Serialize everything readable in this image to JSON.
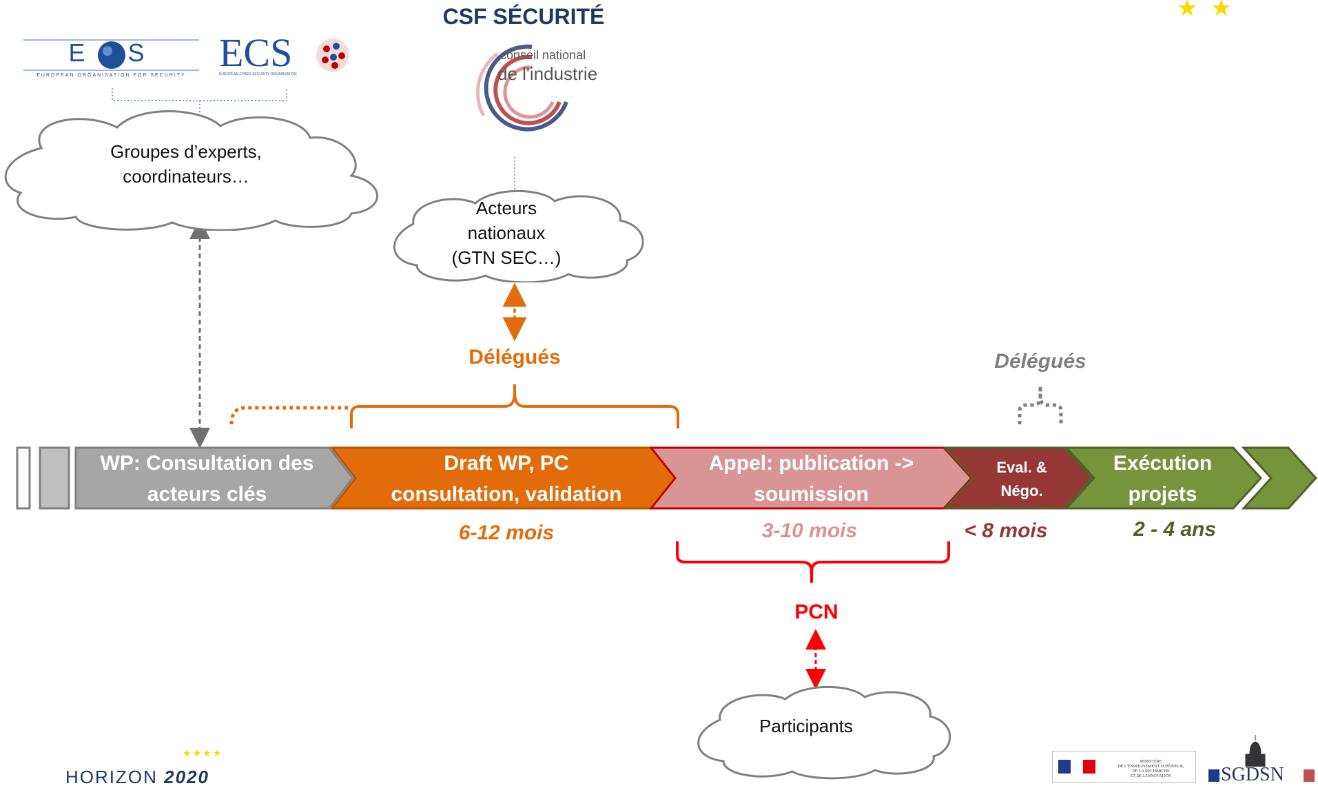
{
  "logos": {
    "eos": {
      "text": "E  S",
      "subtitle": "EUROPEAN ORGANISATION FOR SECURITY"
    },
    "ecso": {
      "text": "ECS",
      "subtitle": "EUROPEAN CYBER SECURITY ORGANISATION"
    },
    "csf": {
      "title": "CSF SÉCURITÉ",
      "line1": "conseil national",
      "line2": "de l'industrie"
    },
    "horizon": {
      "text": "HORIZON",
      "year": "2020"
    },
    "ministere": {
      "line1": "MINISTÈRE",
      "line2": "DE L'ENSEIGNEMENT SUPÉRIEUR,",
      "line3": "DE LA RECHERCHE",
      "line4": "ET DE L'INNOVATION"
    },
    "sgdsn": {
      "text": "SGDSN"
    }
  },
  "clouds": {
    "experts": {
      "line1": "Groupes d’experts,",
      "line2": "coordinateurs…"
    },
    "acteurs": {
      "line1": "Acteurs",
      "line2": "nationaux",
      "line3": "(GTN SEC…)"
    },
    "participants": {
      "line1": "Participants"
    }
  },
  "labels": {
    "delegues_orange": "Délégués",
    "delegues_grey": "Délégués",
    "pcn": "PCN"
  },
  "phases": [
    {
      "line1": "WP: Consultation des",
      "line2": "acteurs clés",
      "color": "#a6a6a6"
    },
    {
      "line1": "Draft WP, PC",
      "line2": "consultation, validation",
      "color": "#e36c0a"
    },
    {
      "line1": "Appel: publication ->",
      "line2": "soumission",
      "color": "#d99594"
    },
    {
      "line1": "Eval. &",
      "line2": "Négo.",
      "color": "#953735"
    },
    {
      "line1": "Exécution",
      "line2": "projets",
      "color": "#77933c"
    }
  ],
  "durations": {
    "draft": "6-12 mois",
    "appel": "3-10 mois",
    "eval": "< 8 mois",
    "execution": "2 - 4 ans"
  },
  "colors": {
    "orange": "#e36c0a",
    "pink": "#d99594",
    "darkred": "#953735",
    "green": "#4f6228",
    "red": "#ff0000",
    "grey": "#808080"
  }
}
